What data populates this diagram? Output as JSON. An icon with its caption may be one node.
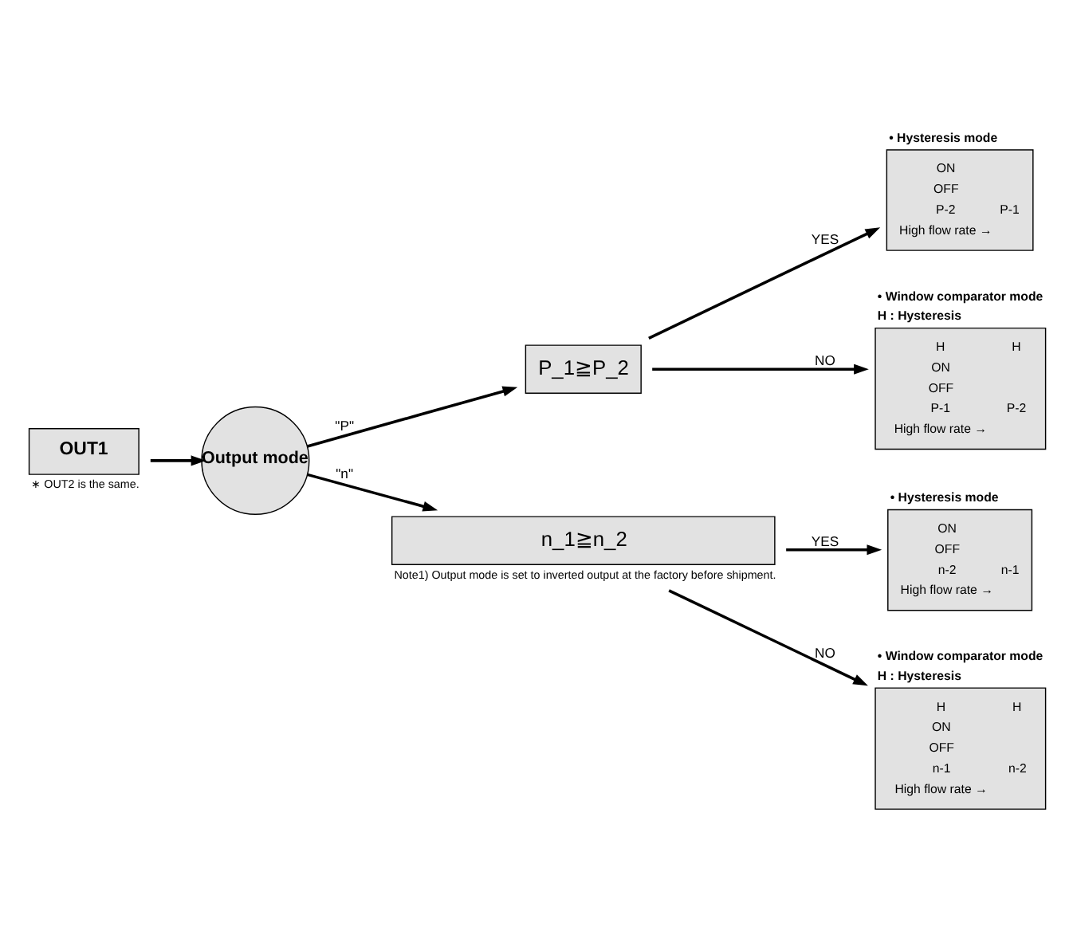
{
  "diagram": {
    "nodes": [
      {
        "text": [
          "OUT1"
        ],
        "beside": [
          "∗ OUT2 is the same."
        ]
      },
      {
        "text": [
          "Output mode"
        ]
      },
      {
        "text": [
          "P_1≧P_2"
        ]
      },
      {
        "text": [
          "n_1≧n_2"
        ],
        "beside": [
          "Note1) Output mode is set to inverted output at the factory before shipment."
        ]
      },
      {
        "text": [
          "• Hysteresis mode",
          "ON",
          "OFF",
          "P-2",
          "P-1",
          "High flow rate →"
        ]
      },
      {
        "text": [
          "• Window comparator mode",
          "H : Hysteresis",
          "H",
          "H",
          "ON",
          "OFF",
          "P-1",
          "P-2",
          "High flow rate →"
        ]
      },
      {
        "text": [
          "• Hysteresis mode",
          "ON",
          "OFF",
          "n-2",
          "n-1",
          "High flow rate →"
        ]
      },
      {
        "text": [
          "• Window comparator mode",
          "H : Hysteresis",
          "H",
          "H",
          "ON",
          "OFF",
          "n-1",
          "n-2",
          "High flow rate →"
        ]
      }
    ],
    "edges": [
      {
        "from": 0,
        "to": 1,
        "arrow": "to"
      },
      {
        "from": 1,
        "to": 2,
        "arrow": "to",
        "label": "\"P\""
      },
      {
        "from": 1,
        "to": 3,
        "arrow": "to",
        "label": "\"n\""
      },
      {
        "from": 2,
        "to": 4,
        "arrow": "to",
        "label": "YES"
      },
      {
        "from": 2,
        "to": 5,
        "arrow": "to",
        "label": "NO"
      },
      {
        "from": 3,
        "to": 6,
        "arrow": "to",
        "label": "YES"
      },
      {
        "from": 3,
        "to": 7,
        "arrow": "to",
        "label": "NO"
      }
    ]
  }
}
